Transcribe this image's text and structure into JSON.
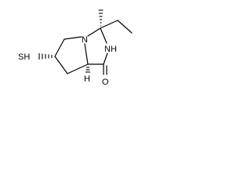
{
  "molecule": {
    "atoms": {
      "sh": "SH",
      "n_ring": "N",
      "nh": "NH",
      "h_stereo": "H",
      "o": "O"
    }
  },
  "colors": {
    "ink": "#000000",
    "background": "#ffffff"
  }
}
